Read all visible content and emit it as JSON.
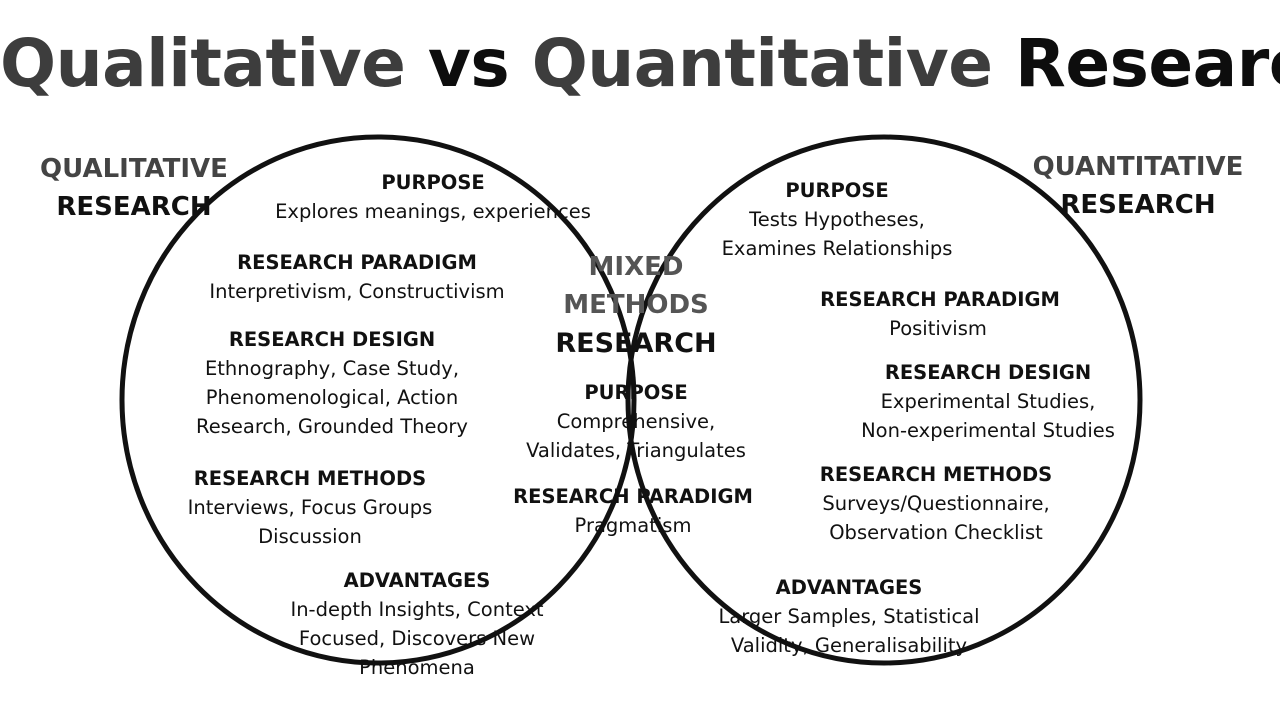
{
  "title": {
    "part1": "Qualitative",
    "part2": "vs",
    "part3": "Quantitative",
    "part4": "Research"
  },
  "qualitative": {
    "label_line1": "QUALITATIVE",
    "label_line2": "RESEARCH",
    "purpose": {
      "heading": "PURPOSE",
      "lines": [
        "Explores meanings, experiences"
      ]
    },
    "paradigm": {
      "heading": "RESEARCH PARADIGM",
      "lines": [
        "Interpretivism, Constructivism"
      ]
    },
    "design": {
      "heading": "RESEARCH DESIGN",
      "lines": [
        "Ethnography, Case Study,",
        "Phenomenological, Action",
        "Research, Grounded Theory"
      ]
    },
    "methods": {
      "heading": "RESEARCH METHODS",
      "lines": [
        "Interviews, Focus Groups",
        "Discussion"
      ]
    },
    "advantages": {
      "heading": "ADVANTAGES",
      "lines": [
        "In-depth Insights, Context",
        "Focused, Discovers New",
        "Phenomena"
      ]
    }
  },
  "mixed": {
    "label_line1": "MIXED",
    "label_line2": "METHODS",
    "label_line3": "RESEARCH",
    "purpose": {
      "heading": "PURPOSE",
      "lines": [
        "Comprehensive,",
        "Validates, Triangulates"
      ]
    },
    "paradigm": {
      "heading": "RESEARCH PARADIGM",
      "lines": [
        "Pragmatism"
      ]
    }
  },
  "quantitative": {
    "label_line1": "QUANTITATIVE",
    "label_line2": "RESEARCH",
    "purpose": {
      "heading": "PURPOSE",
      "lines": [
        "Tests Hypotheses,",
        "Examines Relationships"
      ]
    },
    "paradigm": {
      "heading": "RESEARCH PARADIGM",
      "lines": [
        "Positivism"
      ]
    },
    "design": {
      "heading": "RESEARCH DESIGN",
      "lines": [
        "Experimental Studies,",
        "Non-experimental Studies"
      ]
    },
    "methods": {
      "heading": "RESEARCH METHODS",
      "lines": [
        "Surveys/Questionnaire,",
        "Observation Checklist"
      ]
    },
    "advantages": {
      "heading": "ADVANTAGES",
      "lines": [
        "Larger Samples, Statistical",
        "Validity, Generalisability"
      ]
    }
  }
}
